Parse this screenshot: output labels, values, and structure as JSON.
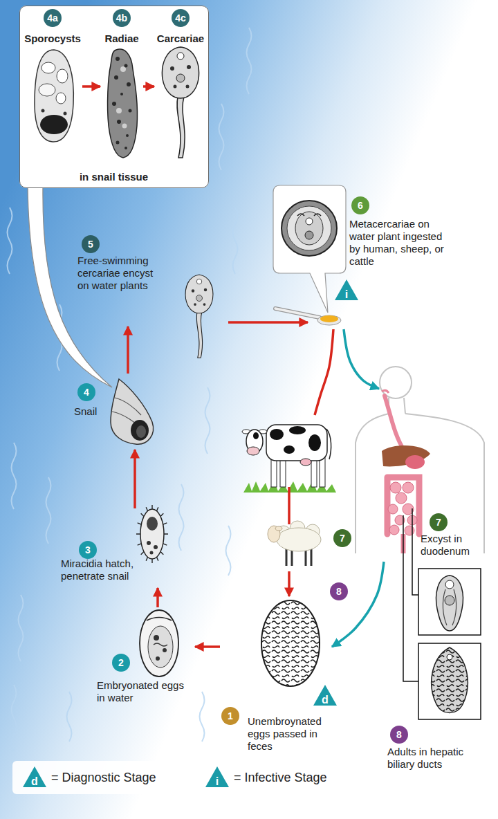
{
  "diagram": {
    "nodes": [
      {
        "text": [
          "in snail tissue"
        ]
      },
      {
        "text": [
          "4a",
          "Sporocysts"
        ],
        "in": 0
      },
      {
        "text": [
          "4b",
          "Radiae"
        ],
        "in": 0
      },
      {
        "text": [
          "4c",
          "Carcariae"
        ],
        "in": 0
      },
      {
        "text": [
          "5",
          "Free-swimming cercariae encyst on water plants"
        ]
      },
      {
        "text": [
          "6",
          "Metacercariae on water plant ingested by human, sheep, or cattle"
        ]
      },
      {
        "text": [
          "4",
          "Snail"
        ]
      },
      {
        "text": [
          "7"
        ]
      },
      {
        "text": [
          "7",
          "Excyst in duodenum"
        ]
      },
      {
        "text": [
          "3",
          "Miracidia hatch, penetrate snail"
        ]
      },
      {
        "text": [
          "2",
          "Embryonated eggs in water"
        ]
      },
      {
        "text": [
          "1",
          "Unembroynated eggs passed in feces"
        ]
      },
      {
        "text": [
          "8",
          "Adults in hepatic biliary ducts"
        ]
      }
    ],
    "edges": [
      {
        "from": 1,
        "to": 2,
        "arrow": "to"
      },
      {
        "from": 2,
        "to": 3,
        "arrow": "to"
      },
      {
        "from": 11,
        "to": 10,
        "arrow": "to"
      },
      {
        "from": 10,
        "to": 9,
        "arrow": "to"
      },
      {
        "from": 9,
        "to": 6,
        "arrow": "to"
      },
      {
        "from": 6,
        "to": 4,
        "arrow": "to"
      },
      {
        "from": 4,
        "to": 5,
        "arrow": "to"
      },
      {
        "from": 5,
        "to": 7,
        "arrow": "none"
      },
      {
        "from": 7,
        "to": 11,
        "label": "8",
        "arrow": "to"
      },
      {
        "from": 5,
        "to": 8,
        "arrow": "to"
      },
      {
        "from": 8,
        "to": 11,
        "arrow": "to"
      }
    ],
    "labels": [
      "i",
      "d",
      "d",
      "i"
    ],
    "legend": [
      {
        "text": "= Diagnostic Stage"
      },
      {
        "text": "= Infective Stage"
      }
    ]
  }
}
